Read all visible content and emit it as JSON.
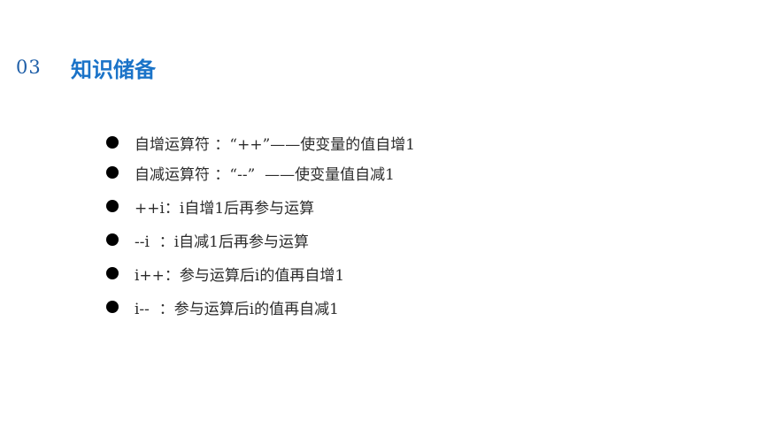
{
  "header": {
    "section_number": "03",
    "title": "知识储备"
  },
  "bullets": [
    {
      "text": "自增运算符 ：“++”——使变量的值自增1"
    },
    {
      "text": "自减运算符 ：“--”  ——使变量值自减1"
    },
    {
      "text": "++i：i自增1后再参与运算"
    },
    {
      "text": "--i  ：i自减1后再参与运算"
    },
    {
      "text": "i++：参与运算后i的值再自增1"
    },
    {
      "text": "i--  ：参与运算后i的值再自减1"
    }
  ]
}
